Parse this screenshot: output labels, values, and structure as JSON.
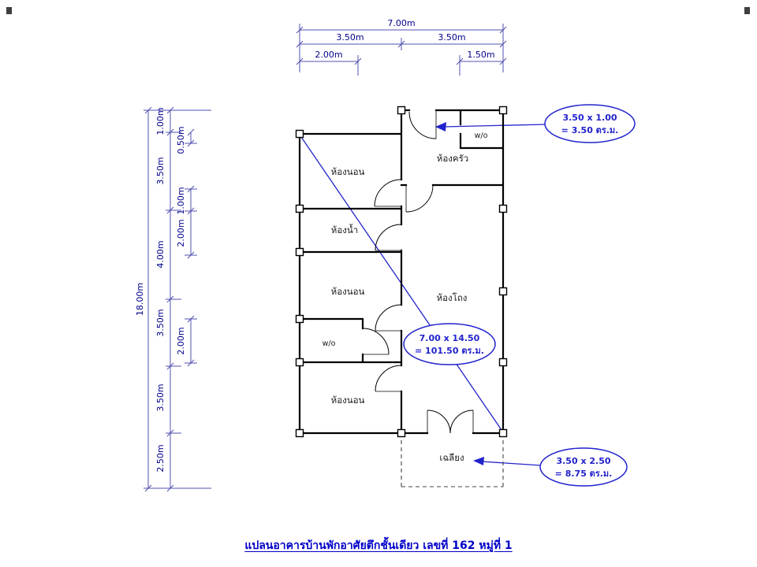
{
  "page": {
    "title_caption": "แปลนอาคารบ้านพักอาศัยตึกชั้นเดียว เลขที่ 162 หมู่ที่ 1"
  },
  "colors": {
    "background": "#ffffff",
    "wall": "#000000",
    "dim_line": "#5050b0",
    "dim_text": "#00008b",
    "room_text": "#1a1a1a",
    "annotation": "#2222cc",
    "title_text": "#0000c8"
  },
  "top_dimensions": {
    "total": "7.00m",
    "half_left": "3.50m",
    "half_right": "3.50m",
    "partial_left": "2.00m",
    "partial_right": "1.50m"
  },
  "left_dimensions": {
    "total": "18.00m",
    "outer": [
      "1.00m",
      "3.50m",
      "4.00m",
      "3.50m",
      "3.50m",
      "2.50m"
    ],
    "inner": [
      "0.50m",
      "1.00m",
      "2.00m",
      "2.00m"
    ]
  },
  "rooms": {
    "bedroom_top": "ห้องนอน",
    "kitchen": "ห้องครัว",
    "bathroom": "ห้องน้ำ",
    "bedroom_middle": "ห้องนอน",
    "hall": "ห้องโถง",
    "bedroom_bottom": "ห้องนอน",
    "porch": "เฉลียง",
    "washout_kitchen": "w/o",
    "washout_middle": "w/o"
  },
  "area_annotations": {
    "entry_strip": {
      "dimensions": "3.50 x 1.00",
      "area": "= 3.50 ตร.ม."
    },
    "building": {
      "dimensions": "7.00 x 14.50",
      "area": "= 101.50 ตร.ม."
    },
    "porch": {
      "dimensions": "3.50 x 2.50",
      "area": "= 8.75 ตร.ม."
    }
  }
}
